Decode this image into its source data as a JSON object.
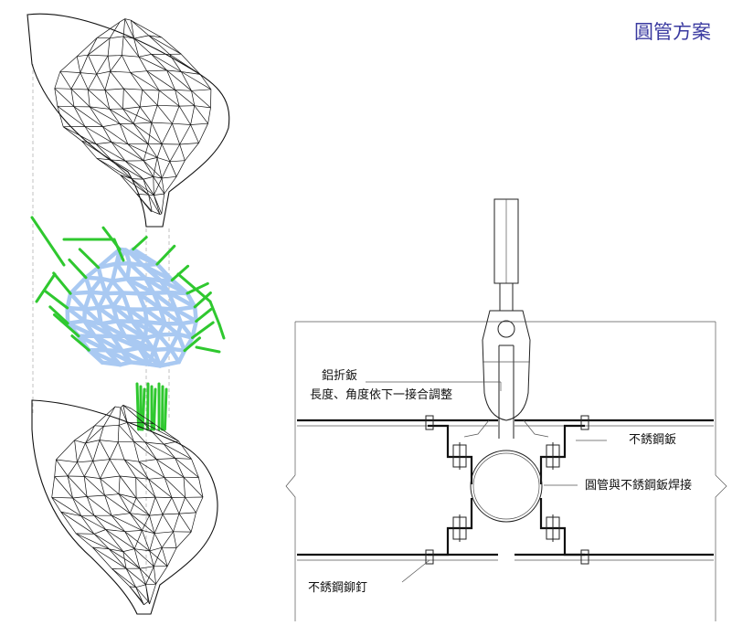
{
  "title": "圓管方案",
  "colors": {
    "title": "#3a3aa0",
    "mesh_green": "#2fc82f",
    "mesh_blue": "#a9c9f2",
    "line": "#111111"
  },
  "labels": {
    "folded_plate_line1": "鋁折鈑",
    "folded_plate_line2": "長度、角度依下一接合調整",
    "stainless_plate": "不銹鋼鈑",
    "tube_weld": "圓管與不銹鋼鈑焊接",
    "stainless_rivet": "不銹鋼鉚釘"
  }
}
